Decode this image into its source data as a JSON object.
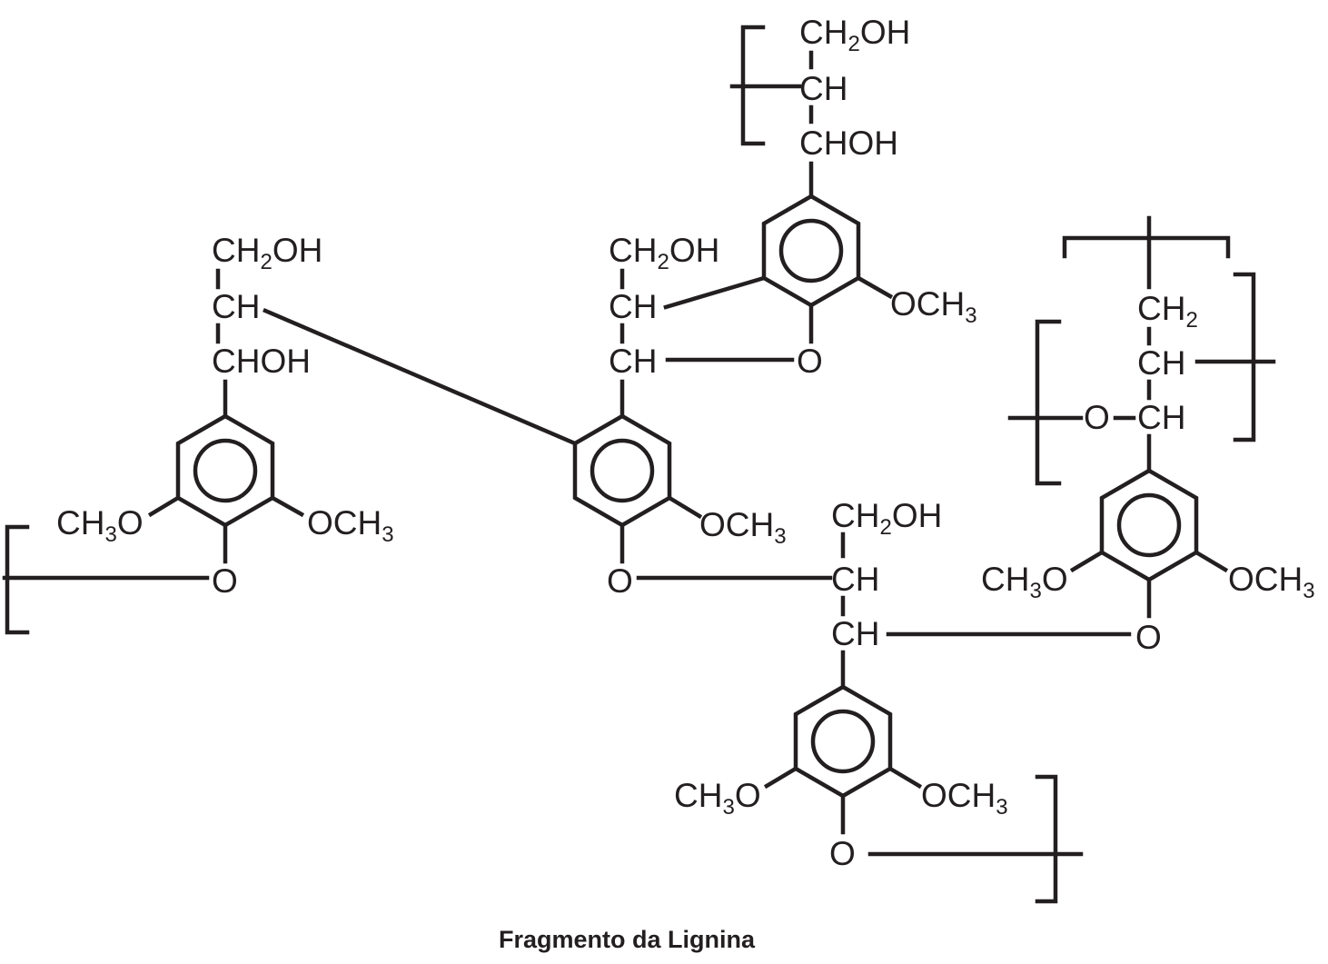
{
  "caption": "Fragmento da Lignina",
  "labels": {
    "ch2oh": "CH",
    "ch2oh_sub": "2",
    "ch2oh_tail": "OH",
    "ch": "CH",
    "choh": "CHOH",
    "och3": "OCH",
    "och3_sub": "3",
    "ch3o_head": "CH",
    "ch3o_sub": "3",
    "ch3o_tail": "O",
    "o": "O",
    "ch2": "CH",
    "ch2_sub": "2"
  },
  "colors": {
    "ink": "#231f20",
    "background": "#ffffff"
  }
}
